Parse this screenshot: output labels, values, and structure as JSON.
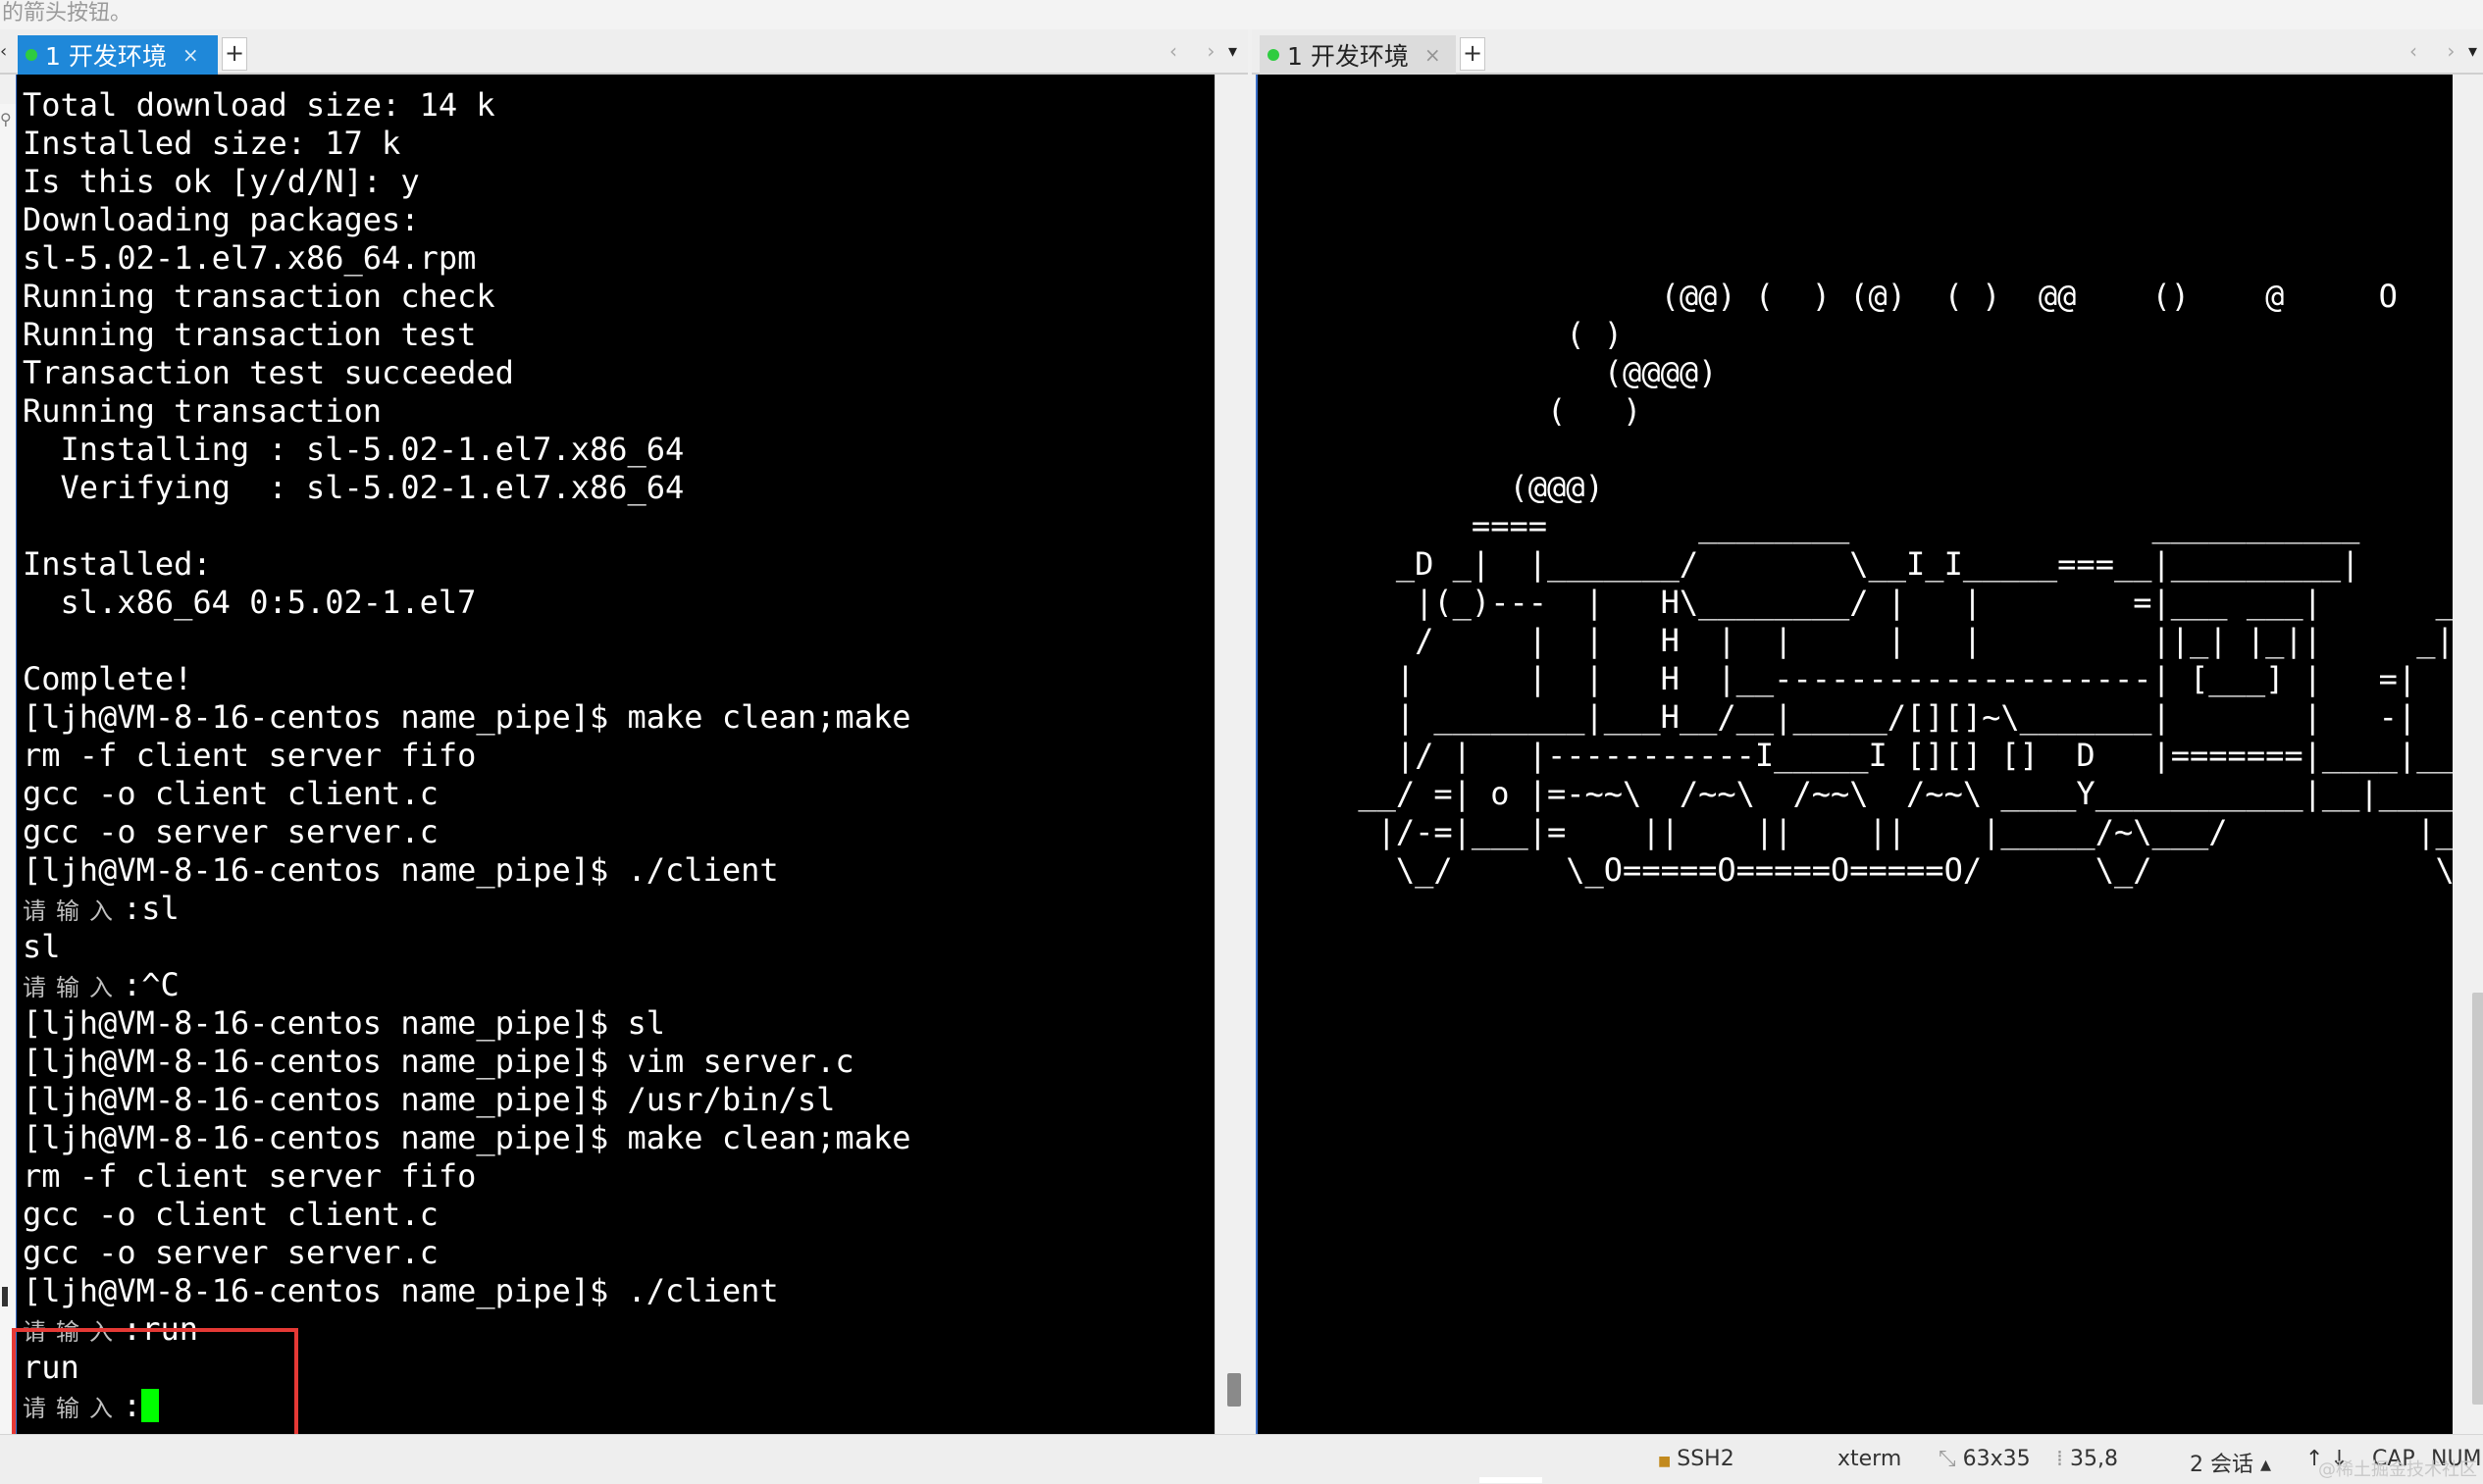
{
  "top_hint": "的箭头按钮。",
  "left_pane": {
    "tab": {
      "label": "1 开发环境",
      "close": "×",
      "status_color": "#2ecc40",
      "active": true
    },
    "add_tab": "+",
    "nav_arrows": "‹ ›",
    "menu": "▾",
    "terminal_lines": [
      "Total download size: 14 k",
      "Installed size: 17 k",
      "Is this ok [y/d/N]: y",
      "Downloading packages:",
      "sl-5.02-1.el7.x86_64.rpm",
      "Running transaction check",
      "Running transaction test",
      "Transaction test succeeded",
      "Running transaction",
      "  Installing : sl-5.02-1.el7.x86_64",
      "  Verifying  : sl-5.02-1.el7.x86_64",
      "",
      "Installed:",
      "  sl.x86_64 0:5.02-1.el7",
      "",
      "Complete!",
      "[ljh@VM-8-16-centos name_pipe]$ make clean;make",
      "rm -f client server fifo",
      "gcc -o client client.c",
      "gcc -o server server.c",
      "[ljh@VM-8-16-centos name_pipe]$ ./client",
      {
        "prompt": "请输入",
        "text": ":sl"
      },
      "sl",
      {
        "prompt": "请输入",
        "text": ":^C"
      },
      "[ljh@VM-8-16-centos name_pipe]$ sl",
      "[ljh@VM-8-16-centos name_pipe]$ vim server.c",
      "[ljh@VM-8-16-centos name_pipe]$ /usr/bin/sl",
      "[ljh@VM-8-16-centos name_pipe]$ make clean;make",
      "rm -f client server fifo",
      "gcc -o client client.c",
      "gcc -o server server.c",
      "[ljh@VM-8-16-centos name_pipe]$ ./client",
      {
        "prompt": "请输入",
        "text": ":run"
      },
      "run",
      {
        "prompt": "请输入",
        "text": ":",
        "cursor": true
      }
    ],
    "cursor_color": "#00ff00",
    "highlight_color": "#e53935"
  },
  "right_pane": {
    "tab": {
      "label": "1 开发环境",
      "close": "×",
      "status_color": "#2ecc40",
      "active": false
    },
    "add_tab": "+",
    "nav_arrows": "‹ ›",
    "menu": "▾",
    "ascii_art": [
      "",
      "",
      "",
      "",
      "",
      "                     (@@) (  ) (@)  ( )  @@    ()    @     O",
      "                ( )",
      "                  (@@@@)",
      "               (   )",
      "",
      "             (@@@)",
      "           ====        ________                ___________",
      "       _D _|  |_______/        \\__I_I_____===__|_________|",
      "        |(_)---  |   H\\________/ |   |        =|___ ___|      _________________",
      "        /     |  |   H  |  |     |   |         ||_| |_||     _|                \\_____A",
      "       |      |  |   H  |__--------------------| [___] |   =|                        |",
      "       | ________|___H__/__|_____/[][]~\\_______|       |   -|                        |",
      "       |/ |   |-----------I_____I [][] []  D   |=======|____|________________________|_",
      "     __/ =| o |=-~~\\  /~~\\  /~~\\  /~~\\ ____Y___________|__|__________________________|_",
      "      |/-=|___|=    ||    ||    ||    |_____/~\\___/          |_D__D__D_|  |_D__D__D_|",
      "       \\_/      \\_O=====O=====O=====O/      \\_/               \\_/   \\_/    \\_/   \\_/"
    ]
  },
  "statusbar": {
    "connection": "SSH2",
    "terminal_type": "xterm",
    "size": "63x35",
    "cursor_pos": "35,8",
    "sessions": "2 会话",
    "caps": "CAP",
    "num": "NUM"
  },
  "watermark": "@稀土掘金技术社区"
}
